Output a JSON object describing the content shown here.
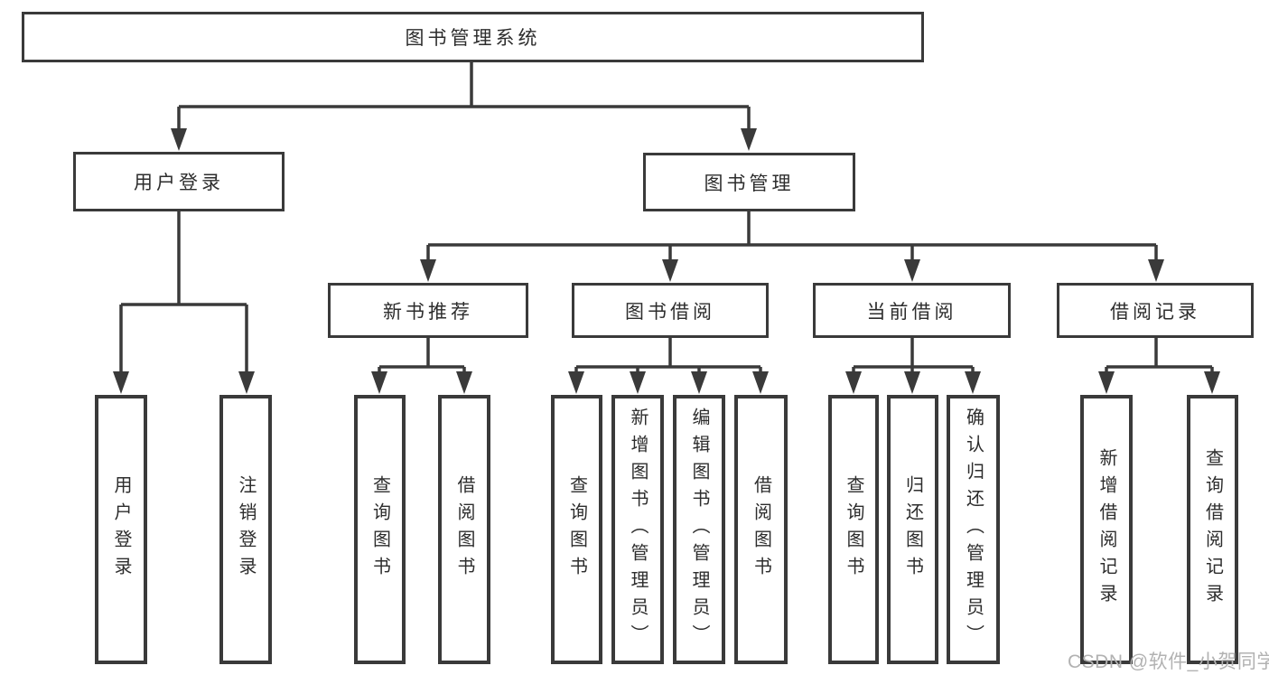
{
  "tree": {
    "root": {
      "label": "图书管理系统"
    },
    "level1": [
      {
        "label": "用户登录"
      },
      {
        "label": "图书管理"
      }
    ],
    "level2": [
      {
        "label": "新书推荐"
      },
      {
        "label": "图书借阅"
      },
      {
        "label": "当前借阅"
      },
      {
        "label": "借阅记录"
      }
    ],
    "leaves": [
      {
        "label": "用户登录"
      },
      {
        "label": "注销登录"
      },
      {
        "label": "查询图书"
      },
      {
        "label": "借阅图书"
      },
      {
        "label": "查询图书"
      },
      {
        "label": "新增图书（管理员）"
      },
      {
        "label": "编辑图书（管理员）"
      },
      {
        "label": "借阅图书"
      },
      {
        "label": "查询图书"
      },
      {
        "label": "归还图书"
      },
      {
        "label": "确认归还（管理员）"
      },
      {
        "label": "新增借阅记录"
      },
      {
        "label": "查询借阅记录"
      }
    ]
  },
  "watermark": {
    "text": "CSDN @软件_小贺同学"
  },
  "colors": {
    "line": "#3a3a3a",
    "text": "#2d2d2d",
    "watermark": "#b2b2b2",
    "background": "#ffffff"
  }
}
